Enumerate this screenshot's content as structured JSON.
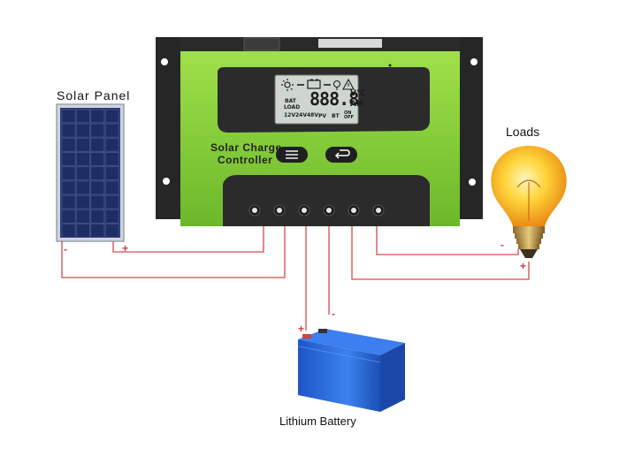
{
  "labels": {
    "solar_panel": "Solar Panel",
    "loads": "Loads",
    "battery": "Lithium Battery",
    "controller_line1": "Solar Charge",
    "controller_line2": "Controller"
  },
  "lcd": {
    "digits": "888.8",
    "unit_top": "V℃",
    "unit_bottom": "AH",
    "bat": "BAT",
    "load": "LOAD",
    "voltages": "12V24V48V",
    "pv": "PV",
    "bt": "BT",
    "on": "ON",
    "off": "OFF"
  },
  "polarity": {
    "plus": "+",
    "minus": "-"
  },
  "colors": {
    "controller_green": "#8ad43a",
    "controller_body": "#2d2d2d",
    "lcd_background": "#cfd6cf",
    "wire": "#d64a4a",
    "battery_blue": "#2f6fd9",
    "bulb_glow": "#ffd23a"
  }
}
